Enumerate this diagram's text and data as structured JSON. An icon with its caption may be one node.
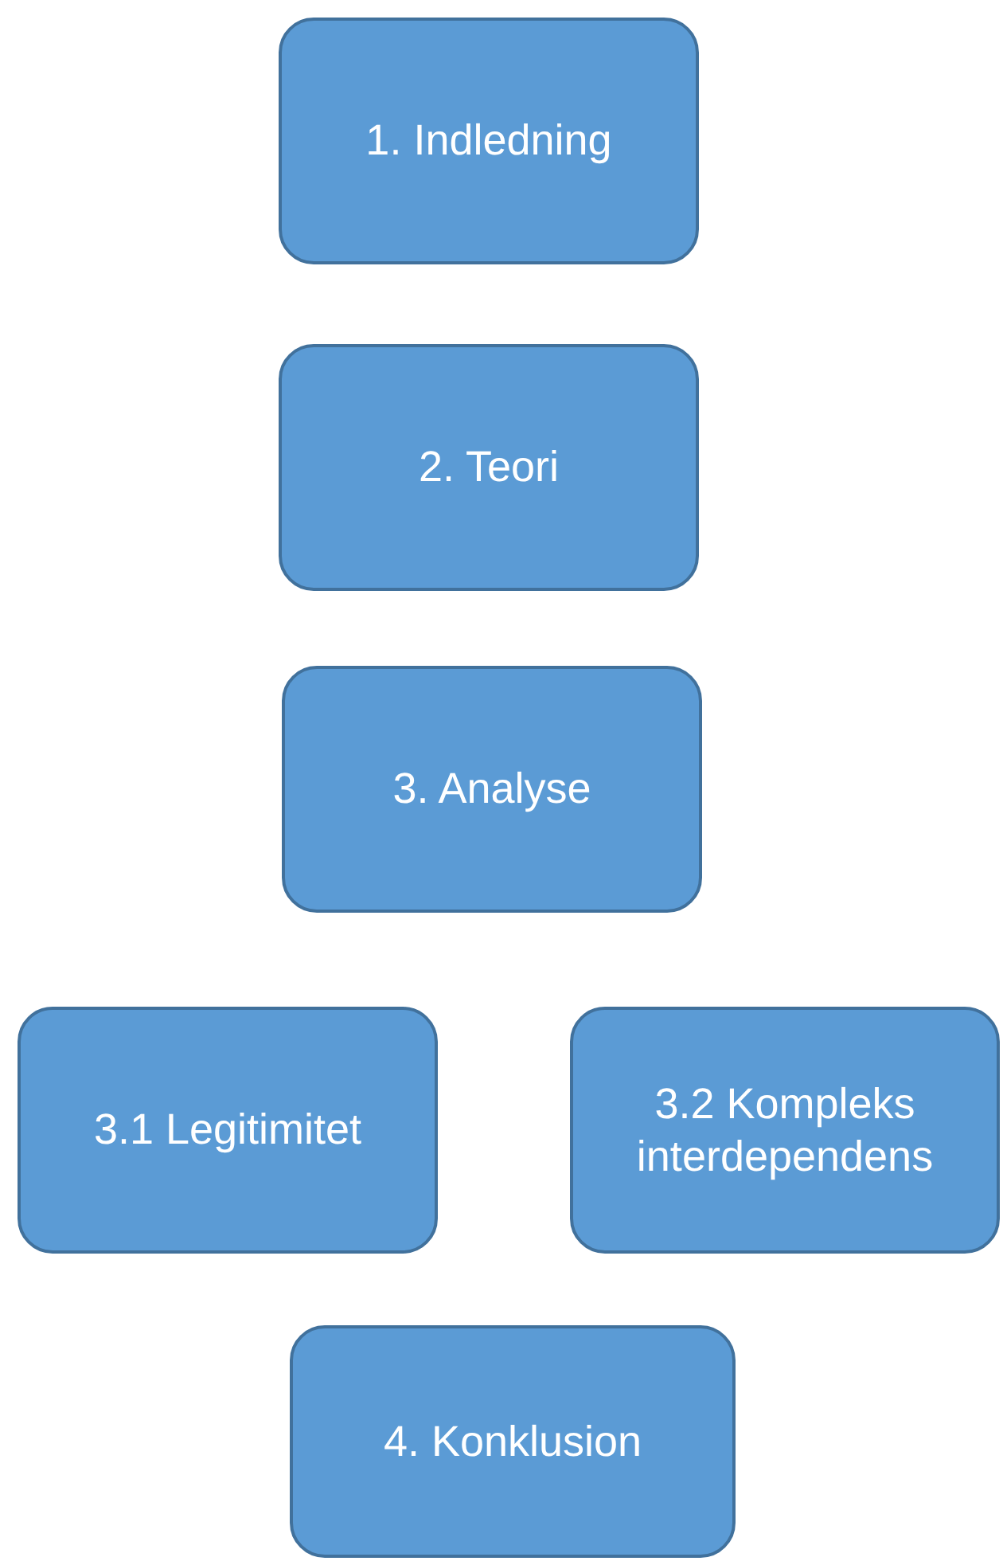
{
  "diagram": {
    "nodes": [
      {
        "text": [
          "1. Indledning"
        ]
      },
      {
        "text": [
          "2. Teori"
        ]
      },
      {
        "text": [
          "3. Analyse"
        ]
      },
      {
        "text": [
          "3.1 Legitimitet"
        ]
      },
      {
        "text": [
          "3.2 Kompleks interdependens"
        ]
      },
      {
        "text": [
          "4. Konklusion"
        ]
      }
    ]
  }
}
